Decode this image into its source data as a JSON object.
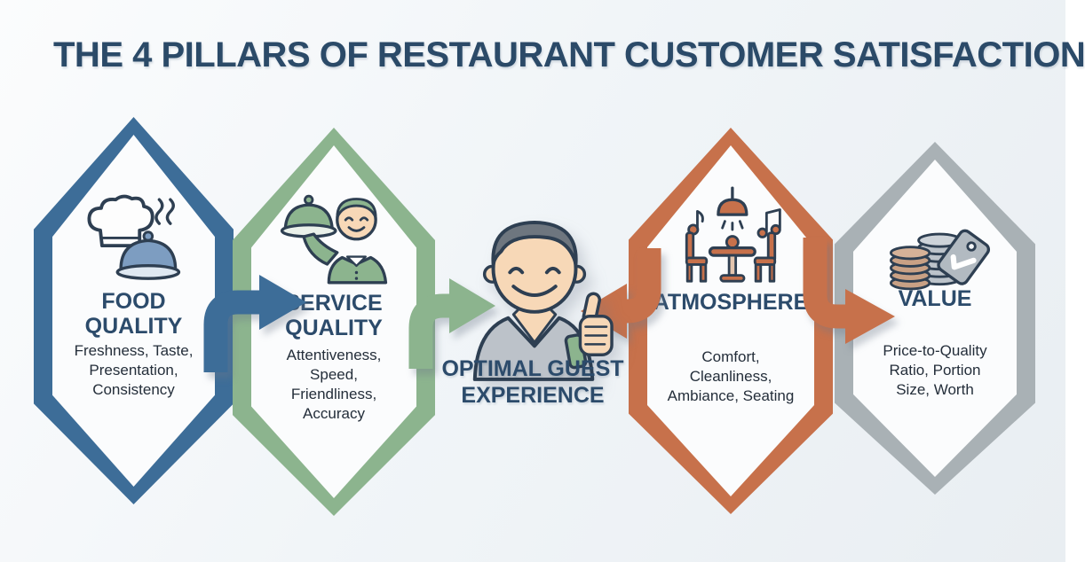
{
  "title": "THE 4 PILLARS OF RESTAURANT CUSTOMER SATISFACTION",
  "pillars": [
    {
      "id": "food-quality",
      "title_lines": [
        "FOOD",
        "QUALITY"
      ],
      "description_lines": [
        "Freshness, Taste,",
        "Presentation,",
        "Consistency"
      ],
      "icon": "chef-hat-steam-cloche-icon",
      "accent": "#3d6d98"
    },
    {
      "id": "service-quality",
      "title_lines": [
        "SERVICE",
        "QUALITY"
      ],
      "description_lines": [
        "Attentiveness,",
        "Speed,",
        "Friendliness,",
        "Accuracy"
      ],
      "icon": "waiter-serving-icon",
      "accent": "#8cb48e"
    },
    {
      "id": "atmosphere",
      "title_lines": [
        "ATMOSPHERE"
      ],
      "description_lines": [
        "Comfort,",
        "Cleanliness,",
        "Ambiance, Seating"
      ],
      "icon": "dining-table-music-lamp-icon",
      "accent": "#c7714b"
    },
    {
      "id": "value",
      "title_lines": [
        "VALUE"
      ],
      "description_lines": [
        "Price-to-Quality",
        "Ratio, Portion",
        "Size, Worth"
      ],
      "icon": "coins-price-tag-icon",
      "accent": "#a9b1b5"
    }
  ],
  "center": {
    "label_lines": [
      "OPTIMAL GUEST",
      "EXPERIENCE"
    ],
    "icon": "guest-thumbs-up-icon"
  },
  "colors": {
    "title-text": "#2b4a68",
    "pillar-title-text": "#2c4b6b",
    "desc-text": "#242e3a",
    "blue": "#3d6d98",
    "green": "#8cb48e",
    "orange": "#c7714b",
    "gray": "#a9b1b5",
    "panel": "#fbfcfd",
    "outline": "#2e3f52",
    "background-start": "#fbfcfd",
    "background-end": "#e9eef2",
    "skin": "#f7d8b7",
    "steel": "#7d9dc1",
    "tan": "#c9a185",
    "coin-gray": "#bcc3ca",
    "shirt-gray": "#bcc2c9"
  }
}
